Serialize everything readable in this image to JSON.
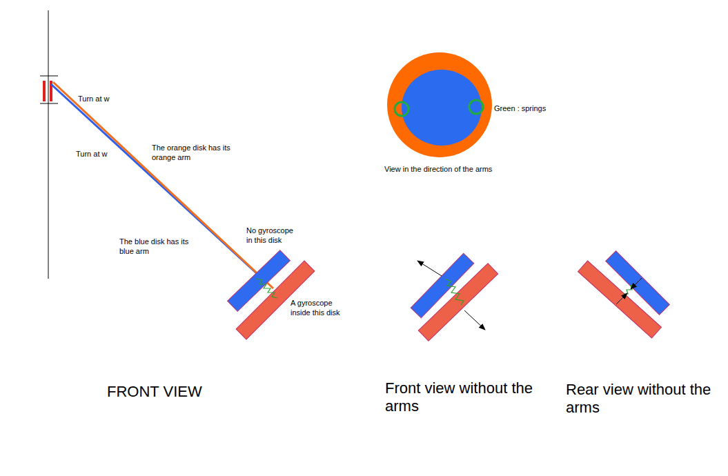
{
  "diagram": {
    "labels": [
      "Turn at w",
      "Turn at w",
      "The orange disk has its orange arm",
      "The blue disk has its blue arm",
      "No gyroscope in this disk",
      "A gyroscope inside this disk",
      "Green : springs",
      "View in the direction of the arms",
      "FRONT VIEW",
      "Front view without the arms",
      "Rear view without the arms"
    ]
  }
}
